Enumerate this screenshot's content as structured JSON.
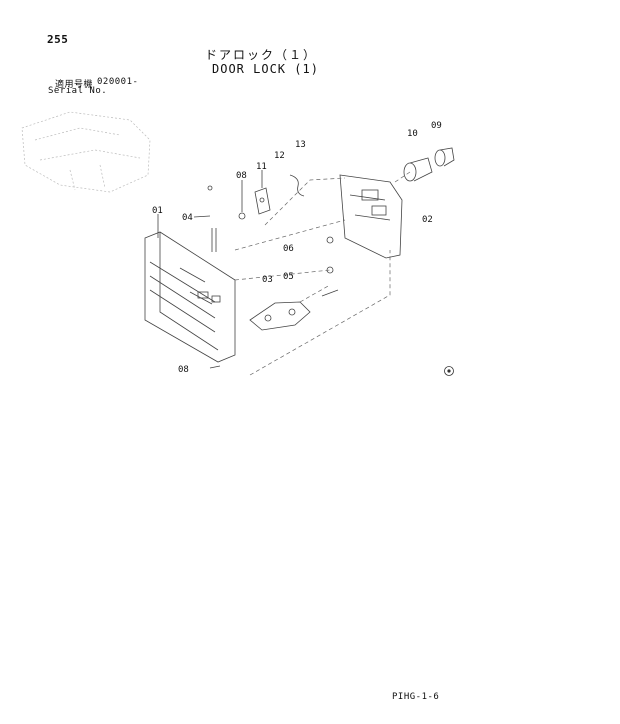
{
  "header": {
    "page_number": "255",
    "title_jp": "ドアロック（１）",
    "title_en": "DOOR LOCK (1)"
  },
  "serial": {
    "label_jp": "適用号機",
    "value": "020001-",
    "label_en": "Serial No."
  },
  "callouts": {
    "c01": "01",
    "c02": "02",
    "c03": "03",
    "c04": "04",
    "c05": "05",
    "c06": "06",
    "c08a": "08",
    "c08b": "08",
    "c09": "09",
    "c10": "10",
    "c11": "11",
    "c12": "12",
    "c13": "13"
  },
  "footer": {
    "code": "PIHG-1-6"
  }
}
